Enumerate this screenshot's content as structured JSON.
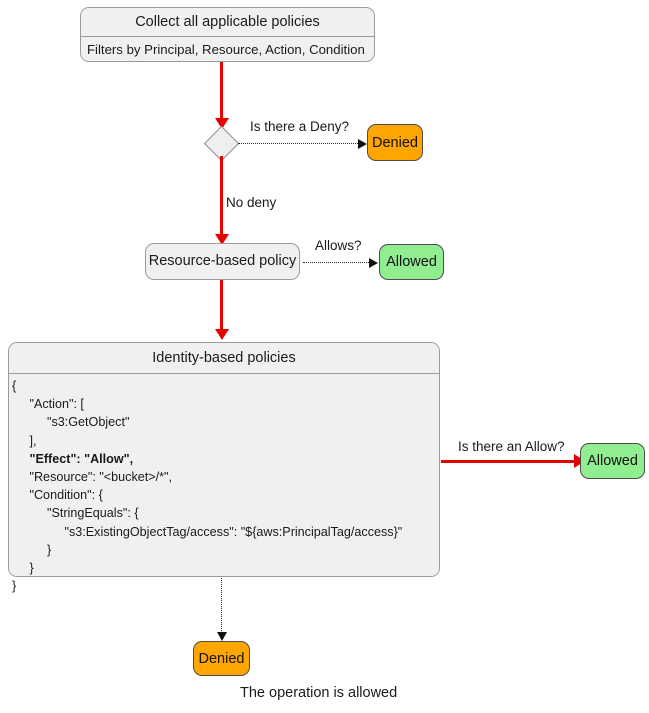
{
  "diagram": {
    "title_caption": "The operation is allowed",
    "colors": {
      "flow_arrow": "#e60000",
      "denied": "#FFA500",
      "allowed": "#90EE90",
      "node_fill": "#f0f0f0",
      "node_border": "#9a9a9a"
    }
  },
  "collect_node": {
    "title": "Collect all applicable policies",
    "subtitle": "Filters by Principal, Resource, Action, Condition"
  },
  "deny_decision": {
    "shape": "diamond",
    "edge_label": "Is there a Deny?",
    "outcome_label": "Denied",
    "no_deny_label": "No deny"
  },
  "resource_policy": {
    "label": "Resource-based policy",
    "edge_label": "Allows?",
    "outcome_label": "Allowed"
  },
  "identity_policies": {
    "title": "Identity-based policies",
    "edge_label": "Is there an Allow?",
    "outcome_label": "Allowed",
    "fallthrough_label": "Denied",
    "code_lines": [
      {
        "text": "{",
        "bold": false
      },
      {
        "text": "     \"Action\": [",
        "bold": false
      },
      {
        "text": "          \"s3:GetObject\"",
        "bold": false
      },
      {
        "text": "     ],",
        "bold": false
      },
      {
        "text": "     \"Effect\": \"Allow\",",
        "bold": true
      },
      {
        "text": "     \"Resource\": \"<bucket>/*\",",
        "bold": false
      },
      {
        "text": "     \"Condition\": {",
        "bold": false
      },
      {
        "text": "          \"StringEquals\": {",
        "bold": false
      },
      {
        "text": "               \"s3:ExistingObjectTag/access\": \"${aws:PrincipalTag/access}\"",
        "bold": false
      },
      {
        "text": "          }",
        "bold": false
      },
      {
        "text": "     }",
        "bold": false
      },
      {
        "text": "}",
        "bold": false
      }
    ]
  }
}
